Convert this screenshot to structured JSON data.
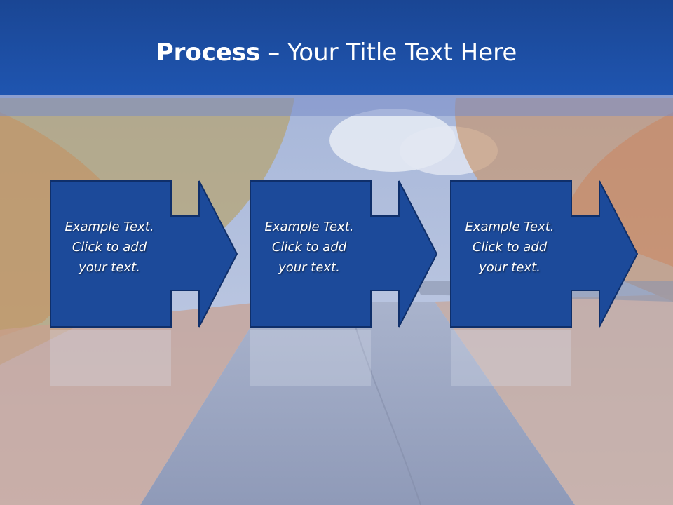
{
  "slide": {
    "title_bold": "Process",
    "title_rest": " – Your Title Text Here"
  },
  "steps": [
    {
      "line1": "Example Text.",
      "line2": "Click  to add",
      "line3": "your text."
    },
    {
      "line1": "Example Text.",
      "line2": "Click  to add",
      "line3": "your text."
    },
    {
      "line1": "Example Text.",
      "line2": "Click  to add",
      "line3": "your text."
    }
  ],
  "colors": {
    "title_bar": "#1f55b0",
    "box_fill": "#1c4a9a",
    "box_border": "#0f2f6a",
    "text": "#ffffff"
  }
}
